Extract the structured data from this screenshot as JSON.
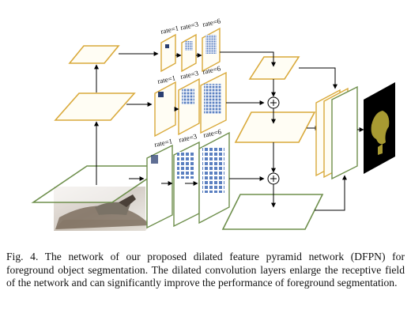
{
  "figure": {
    "rate_labels": {
      "top": [
        "rate=1",
        "rate=3",
        "rate=6"
      ],
      "middle": [
        "rate=1",
        "rate=3",
        "rate=6"
      ],
      "bottom": [
        "rate=1",
        "rate=3",
        "rate=6"
      ]
    },
    "colors": {
      "gold": "#d9a93a",
      "green": "#6e8f4c",
      "grid_blue": "#5a7fc0",
      "arrow": "#000000"
    }
  },
  "caption": "Fig. 4.   The network of our proposed dilated feature pyramid network (DFPN) for foreground object segmentation. The dilated convolution layers enlarge the receptive field of the network and can significantly improve the performance of foreground segmentation."
}
